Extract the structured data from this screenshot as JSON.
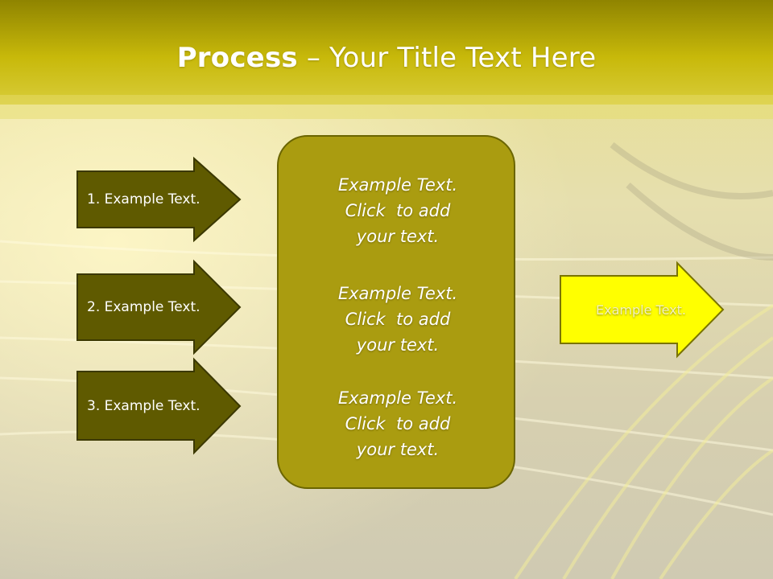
{
  "slide": {
    "title_bold": "Process",
    "title_rest": " – Your Title Text Here"
  },
  "inputs": [
    {
      "label": "1. Example Text."
    },
    {
      "label": "2. Example Text."
    },
    {
      "label": "3. Example Text."
    }
  ],
  "center": {
    "paragraphs": [
      {
        "line1": "Example Text.",
        "line2": "Click  to add",
        "line3": "your text."
      },
      {
        "line1": "Example Text.",
        "line2": "Click  to add",
        "line3": "your text."
      },
      {
        "line1": "Example Text.",
        "line2": "Click  to add",
        "line3": "your text."
      }
    ]
  },
  "output": {
    "label": "Example Text."
  },
  "colors": {
    "title_band": "#c9bb0b",
    "input_arrow_fill": "#5f5a00",
    "center_fill": "#aa9c10",
    "output_arrow_fill": "#ffff00"
  }
}
